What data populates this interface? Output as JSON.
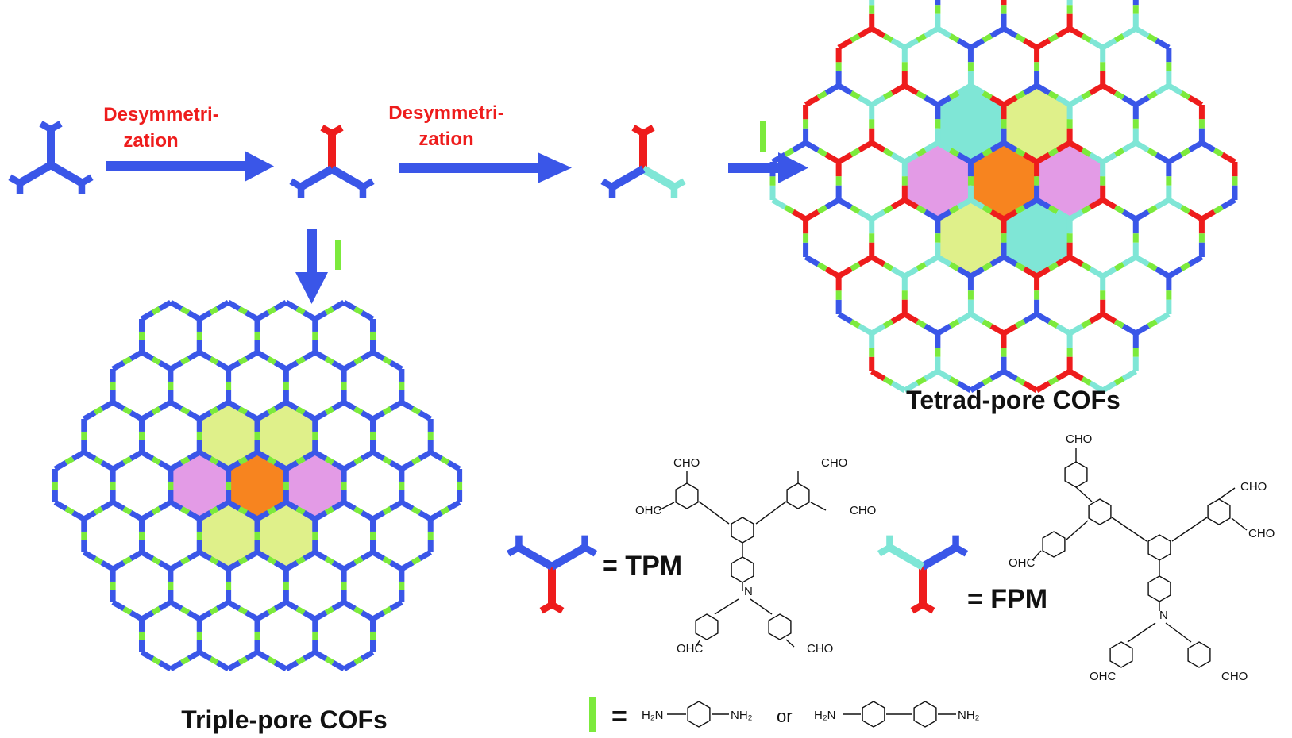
{
  "colors": {
    "blue": "#3a56e8",
    "red": "#ee1c1c",
    "cyan": "#7fe6d6",
    "green": "#7cea3c",
    "pore_center": "#f7841f",
    "pore_pink": "#e39be6",
    "pore_yellow": "#dff08a",
    "pore_cyan": "#7fe6d6"
  },
  "labels": {
    "step1_line1": "Desymmetri-",
    "step1_line2": "zation",
    "step2_line1": "Desymmetri-",
    "step2_line2": "zation",
    "triple_pore": "Triple-pore COFs",
    "tetrad_pore": "Tetrad-pore COFs",
    "tpm_eq": "= TPM",
    "fpm_eq": "= FPM",
    "linker_eq": "=",
    "or": "or"
  },
  "chem_labels": {
    "tpm_cho_top_left": "CHO",
    "tpm_cho_top_right": "CHO",
    "tpm_ohc_left": "OHC",
    "tpm_cho_right": "CHO",
    "tpm_ohc_bottom": "OHC",
    "tpm_cho_bottom": "CHO",
    "tpm_n": "N",
    "fpm_cho_top": "CHO",
    "fpm_cho_top_right": "CHO",
    "fpm_ohc_left": "OHC",
    "fpm_cho_right": "CHO",
    "fpm_ohc_bottom": "OHC",
    "fpm_cho_bottom": "CHO",
    "fpm_n": "N",
    "amine1_left": "H₂N",
    "amine1_right": "NH₂",
    "amine2_left": "H₂N",
    "amine2_right": "NH₂"
  }
}
